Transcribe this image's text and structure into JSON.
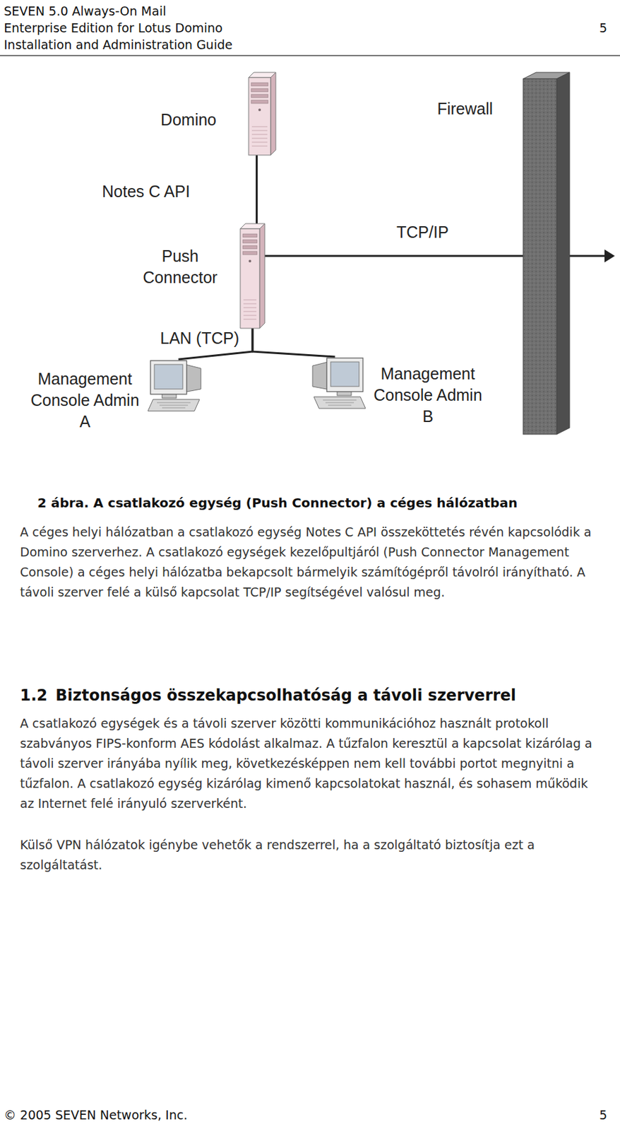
{
  "diagram": {
    "caption": "2 ábra. A csatlakozó egység (Push Connector) a céges hálózatban",
    "nodes": [
      {
        "text": [
          "Domino"
        ]
      },
      {
        "text": [
          "Push Connector"
        ]
      },
      {
        "text": [
          "Management Console Admin A"
        ]
      },
      {
        "text": [
          "Management Console Admin B"
        ]
      },
      {
        "text": [
          "Firewall"
        ]
      }
    ],
    "edges": [
      {
        "from": 0,
        "to": 1,
        "label": "Notes C API",
        "arrow": "none"
      },
      {
        "from": 1,
        "to": 4,
        "label": "TCP/IP",
        "arrow": "none"
      },
      {
        "from": 1,
        "to": 2,
        "label": "LAN (TCP)",
        "arrow": "none"
      },
      {
        "from": 1,
        "to": 3,
        "arrow": "none"
      }
    ],
    "labels": [
      "SEVEN 5.0 Always-On Mail",
      "Enterprise Edition for Lotus Domino",
      "Installation and Administration Guide",
      "5",
      "A céges helyi hálózatban a csatlakozó egység Notes C API összeköttetés révén kapcsolódik a Domino szerverhez. A csatlakozó egységek kezelőpultjáról (Push Connector Management Console) a céges helyi hálózatba bekapcsolt bármelyik számítógépről távolról irányítható. A távoli szerver felé a külső kapcsolat TCP/IP segítségével valósul meg.",
      "1.2",
      "Biztonságos összekapcsolhatóság a távoli szerverrel",
      "A csatlakozó egységek és a távoli szerver közötti kommunikációhoz használt protokoll szabványos FIPS-konform AES kódolást alkalmaz. A tűzfalon keresztül a kapcsolat kizárólag a távoli szerver irányába nyílik meg, következésképpen nem kell további portot megnyitni a tűzfalon. A csatlakozó egység kizárólag kimenő kapcsolatokat használ, és sohasem működik az Internet felé irányuló szerverként.",
      "Külső VPN hálózatok igénybe vehetők a rendszerrel, ha a szolgáltató biztosítja ezt a szolgáltatást.",
      "© 2005 SEVEN Networks, Inc.",
      "5"
    ]
  }
}
